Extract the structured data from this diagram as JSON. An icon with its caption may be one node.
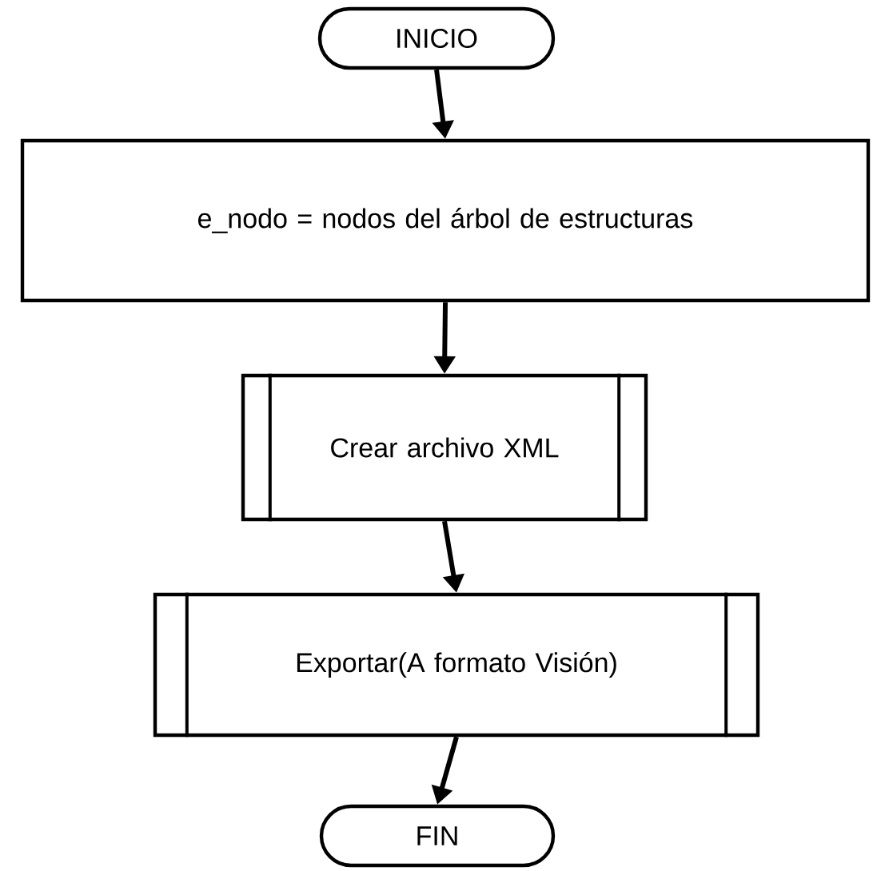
{
  "diagram": {
    "nodes": [
      {
        "text": [
          "INICIO"
        ]
      },
      {
        "text": [
          "e_nodo = nodos del árbol de estructuras"
        ]
      },
      {
        "text": [
          "Crear archivo XML"
        ]
      },
      {
        "text": [
          "Exportar(A formato Visión)"
        ]
      },
      {
        "text": [
          "FIN"
        ]
      }
    ],
    "edges": [
      {
        "from": 0,
        "to": 1,
        "arrow": "to"
      },
      {
        "from": 1,
        "to": 2,
        "arrow": "to"
      },
      {
        "from": 2,
        "to": 3,
        "arrow": "to"
      },
      {
        "from": 3,
        "to": 4,
        "arrow": "to"
      }
    ]
  }
}
